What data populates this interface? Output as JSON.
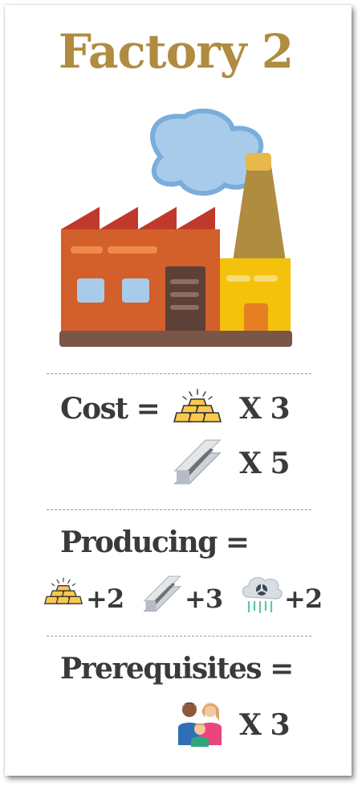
{
  "card": {
    "title": "Factory 2",
    "illustration": "factory-icon"
  },
  "cost": {
    "label": "Cost =",
    "items": [
      {
        "icon": "gold-bars-icon",
        "quantity": "X 3"
      },
      {
        "icon": "steel-beam-icon",
        "quantity": "X 5"
      }
    ]
  },
  "producing": {
    "label": "Producing =",
    "items": [
      {
        "icon": "gold-bars-icon",
        "amount": "+2"
      },
      {
        "icon": "steel-beam-icon",
        "amount": "+3"
      },
      {
        "icon": "radioactive-cloud-icon",
        "amount": "+2"
      }
    ]
  },
  "prerequisites": {
    "label": "Prerequisites =",
    "items": [
      {
        "icon": "family-icon",
        "quantity": "X 3"
      }
    ]
  },
  "colors": {
    "title": "#b08c40",
    "text": "#3a3a3a",
    "divider": "#9a9a9a"
  }
}
